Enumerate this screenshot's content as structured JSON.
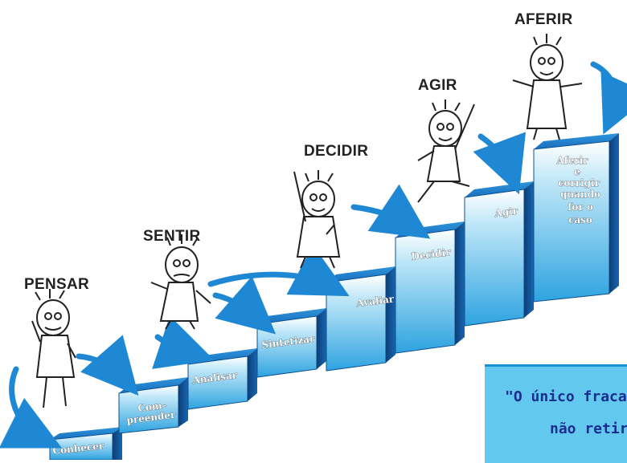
{
  "labels": {
    "pensar": "PENSAR",
    "sentir": "SENTIR",
    "decidir": "DECIDIR",
    "agir": "AGIR",
    "aferir": "AFERIR"
  },
  "steps": {
    "conhecer": "Conhecer",
    "compreender_1": "Com-",
    "compreender_2": "preender",
    "analisar": "Analisar",
    "sintetizar": "Sintetizar",
    "avaliar": "Avaliar",
    "decidir": "Decidir",
    "agir": "Agir",
    "aferir_1": "Aferir",
    "aferir_2": "e",
    "aferir_3": "corrigir",
    "aferir_4": "quando",
    "aferir_5": "for o",
    "aferir_6": "caso"
  },
  "quote": {
    "line1": "\"O único fraca",
    "line2": "não retir"
  },
  "colors": {
    "block_top": "#1e88d4",
    "block_front": "#5cc3ee",
    "block_side": "#0d4f8f",
    "quote_bg": "#63c8ee",
    "quote_text": "#1a2e8f"
  }
}
